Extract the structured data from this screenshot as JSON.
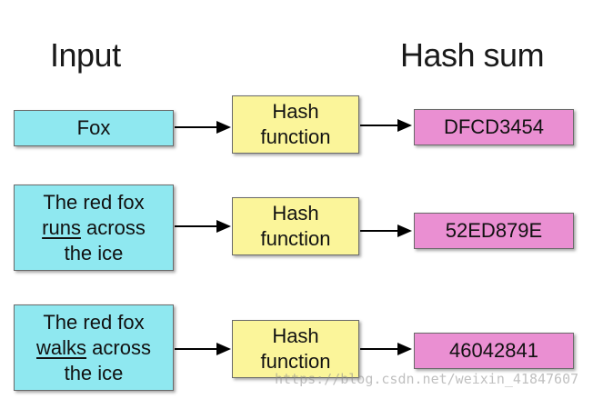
{
  "headings": {
    "input": "Input",
    "hash_sum": "Hash sum"
  },
  "rows": [
    {
      "input_lines": [
        "Fox"
      ],
      "hash_label": [
        "Hash",
        "function"
      ],
      "output": "DFCD3454"
    },
    {
      "input_lines": [
        "The red fox",
        "runs",
        " across",
        "the ice"
      ],
      "hash_label": [
        "Hash",
        "function"
      ],
      "output": "52ED879E"
    },
    {
      "input_lines": [
        "The red fox",
        "walks",
        " across",
        "the ice"
      ],
      "hash_label": [
        "Hash",
        "function"
      ],
      "output": "46042841"
    }
  ],
  "watermark": "https://blog.csdn.net/weixin_41847607",
  "colors": {
    "input_fill": "#8fe8f0",
    "hash_fill": "#fbf59a",
    "output_fill": "#ea8fd2"
  }
}
